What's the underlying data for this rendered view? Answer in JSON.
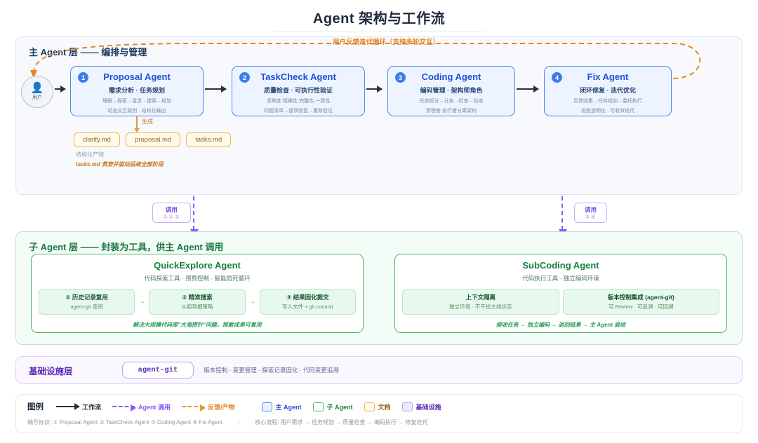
{
  "title": "Agent 架构与工作流",
  "main_layer": {
    "title": "主 Agent 层 —— 编排与管理",
    "loop_label": "用户反馈迭代循环（支持多轮交互）",
    "user": {
      "label": "用户",
      "icon": "user-icon"
    },
    "agents": [
      {
        "num": "1",
        "name": "Proposal Agent",
        "subtitle": "需求分析 · 任务规划",
        "line1": "理解→探索→澄清→提案→规划",
        "line2": "动态交互级别 · 结构化输出"
      },
      {
        "num": "2",
        "name": "TaskCheck Agent",
        "subtitle": "质量检查 · 可执行性验证",
        "line1": "清晰度·精确性·完整性·一致性",
        "line2": "问题清单→逐项修复→重新验证"
      },
      {
        "num": "3",
        "name": "Coding Agent",
        "subtitle": "编码管理 · 架构师角色",
        "line1": "任务拆分→分发→检查→验收",
        "line2": "管理者-执行者分离架构"
      },
      {
        "num": "4",
        "name": "Fix Agent",
        "subtitle": "闭环修复 · 迭代优化",
        "line1": "反馈收集→任务规划→委托执行",
        "line2": "进度透明化 · 可收敛迭代"
      }
    ],
    "generate_label": "生成",
    "docs": [
      "clarify.md",
      "proposal.md",
      "tasks.md"
    ],
    "docs_note": "结构化产物",
    "docs_note2": "tasks.md 贯穿并驱动后续全部阶段"
  },
  "connectors": {
    "left_badge": {
      "title": "调用",
      "nums": "①②③"
    },
    "right_badge": {
      "title": "调用",
      "nums": "③④"
    }
  },
  "sub_layer": {
    "title": "子 Agent 层 —— 封装为工具，供主 Agent 调用",
    "cards": [
      {
        "name": "QuickExplore Agent",
        "subtitle": "代码探索工具 · 预算控制 · 智能防死循环",
        "steps": [
          {
            "title": "① 历史记录复用",
            "sub": "agent-git 查阅"
          },
          {
            "title": "② 精准搜索",
            "sub": "从粗到细策略"
          },
          {
            "title": "③ 结果固化提交",
            "sub": "写入文件 + git commit"
          }
        ],
        "footer": "解决大规模代码库\"大海捞针\"问题，探索成果可复用"
      },
      {
        "name": "SubCoding Agent",
        "subtitle": "代码执行工具 · 独立编码环境",
        "steps": [
          {
            "title": "上下文隔离",
            "sub": "独立环境 · 不干扰主线状态"
          },
          {
            "title": "版本控制集成 (agent-git)",
            "sub": "可 Review · 可追溯 · 可回溯"
          }
        ],
        "footer": "接收任务 → 独立编码 → 返回结果 → 主 Agent 验收"
      }
    ]
  },
  "infra": {
    "title": "基础设施层",
    "chip": "agent-git",
    "desc": "版本控制 · 变更管理 · 探索记录固化 · 代码变更追溯"
  },
  "legend": {
    "title": "图例",
    "flows": [
      {
        "label": "工作流",
        "style": "solid-black"
      },
      {
        "label": "Agent 调用",
        "style": "dashed-purple"
      },
      {
        "label": "反馈/产物",
        "style": "dashed-orange"
      }
    ],
    "boxes": [
      {
        "label": "主 Agent",
        "fill": "#eef4ff",
        "border": "#4a86f7",
        "text": "#1f4fd8"
      },
      {
        "label": "子 Agent",
        "fill": "#ffffff",
        "border": "#4cb86a",
        "text": "#17813f"
      },
      {
        "label": "文档",
        "fill": "#fffaec",
        "border": "#f0b64a",
        "text": "#9a6412"
      },
      {
        "label": "基础设施",
        "fill": "#efe9fd",
        "border": "#b9a4f0",
        "text": "#5b2bb8"
      }
    ],
    "numbering": "编号标识: ① Proposal Agent ② TaskCheck Agent ③ Coding Agent ④ Fix Agent",
    "separator": "|",
    "core_flow": "核心流程: 用户需求 → 任务规划 → 质量检查 → 编码执行 → 修复迭代"
  }
}
